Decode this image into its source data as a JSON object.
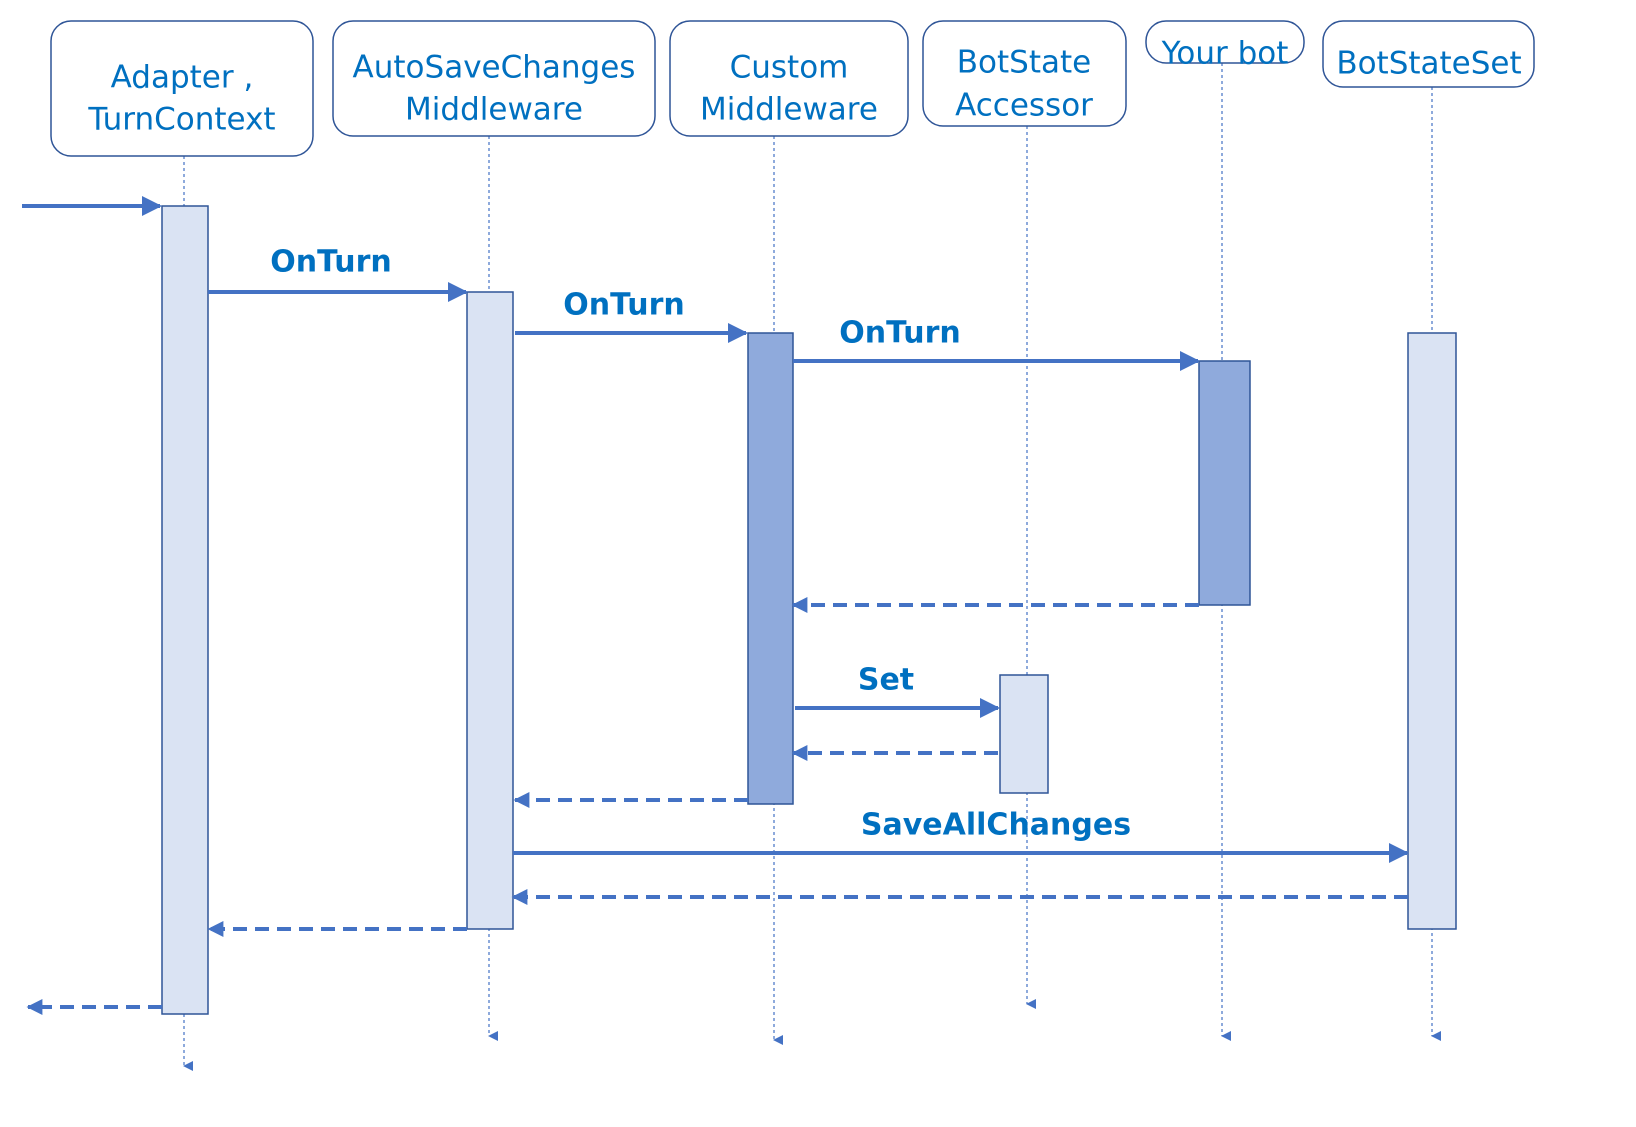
{
  "participants": [
    {
      "id": "adapter",
      "lines": [
        "Adapter ,",
        "TurnContext"
      ]
    },
    {
      "id": "autosave",
      "lines": [
        "AutoSaveChanges",
        "Middleware"
      ]
    },
    {
      "id": "custom",
      "lines": [
        "Custom",
        "Middleware"
      ]
    },
    {
      "id": "accessor",
      "lines": [
        "BotState",
        "Accessor"
      ]
    },
    {
      "id": "yourbot",
      "lines": [
        "Your bot"
      ]
    },
    {
      "id": "stateset",
      "lines": [
        "BotStateSet"
      ]
    }
  ],
  "messages": [
    {
      "id": "incoming",
      "label": "",
      "kind": "call"
    },
    {
      "id": "onturn-1",
      "label": "OnTurn",
      "kind": "call"
    },
    {
      "id": "onturn-2",
      "label": "OnTurn",
      "kind": "call"
    },
    {
      "id": "onturn-3",
      "label": "OnTurn",
      "kind": "call"
    },
    {
      "id": "return-bot",
      "label": "",
      "kind": "return"
    },
    {
      "id": "set",
      "label": "Set",
      "kind": "call"
    },
    {
      "id": "return-set",
      "label": "",
      "kind": "return"
    },
    {
      "id": "return-custom",
      "label": "",
      "kind": "return"
    },
    {
      "id": "save-all",
      "label": "SaveAllChanges",
      "kind": "call"
    },
    {
      "id": "return-save",
      "label": "",
      "kind": "return"
    },
    {
      "id": "return-autosave",
      "label": "",
      "kind": "return"
    },
    {
      "id": "return-adapter",
      "label": "",
      "kind": "return"
    }
  ],
  "colors": {
    "text": "#0070c0",
    "arrow": "#4472c4",
    "box_border": "#2f5597",
    "activation_light": "#dae3f3",
    "activation_dark": "#8faadc",
    "activation_border": "#2f5597"
  }
}
